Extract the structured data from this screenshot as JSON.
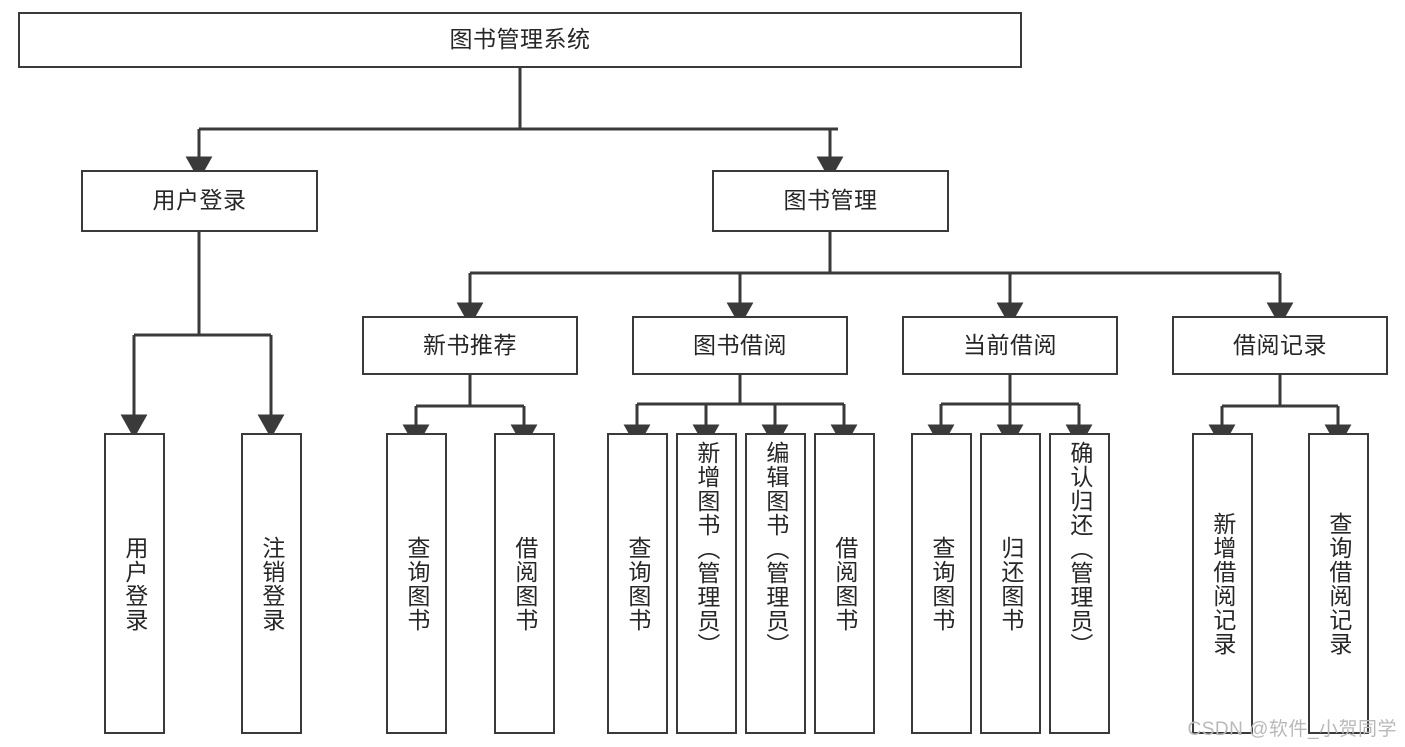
{
  "diagram": {
    "type": "tree-hierarchy-chart",
    "title": "图书管理系统",
    "watermark": "CSDN @软件_小贺同学",
    "colors": {
      "box_border": "#3a3a3a",
      "box_fill": "#ffffff",
      "edge": "#3a3a3a",
      "text": "#262626",
      "watermark": "#b9b9b9",
      "background": "#ffffff"
    },
    "root": {
      "label": "图书管理系统"
    },
    "level2": [
      {
        "label": "用户登录"
      },
      {
        "label": "图书管理"
      }
    ],
    "level3": [
      {
        "label": "新书推荐"
      },
      {
        "label": "图书借阅"
      },
      {
        "label": "当前借阅"
      },
      {
        "label": "借阅记录"
      }
    ],
    "leaves": {
      "user_login": [
        {
          "label": "用户登录"
        },
        {
          "label": "注销登录"
        }
      ],
      "new_book_recommend": [
        {
          "label": "查询图书"
        },
        {
          "label": "借阅图书"
        }
      ],
      "book_borrow": [
        {
          "label": "查询图书"
        },
        {
          "label": "新增图书（管理员）"
        },
        {
          "label": "编辑图书（管理员）"
        },
        {
          "label": "借阅图书"
        }
      ],
      "current_borrow": [
        {
          "label": "查询图书"
        },
        {
          "label": "归还图书"
        },
        {
          "label": "确认归还（管理员）"
        }
      ],
      "borrow_record": [
        {
          "label": "新增借阅记录"
        },
        {
          "label": "查询借阅记录"
        }
      ]
    }
  }
}
